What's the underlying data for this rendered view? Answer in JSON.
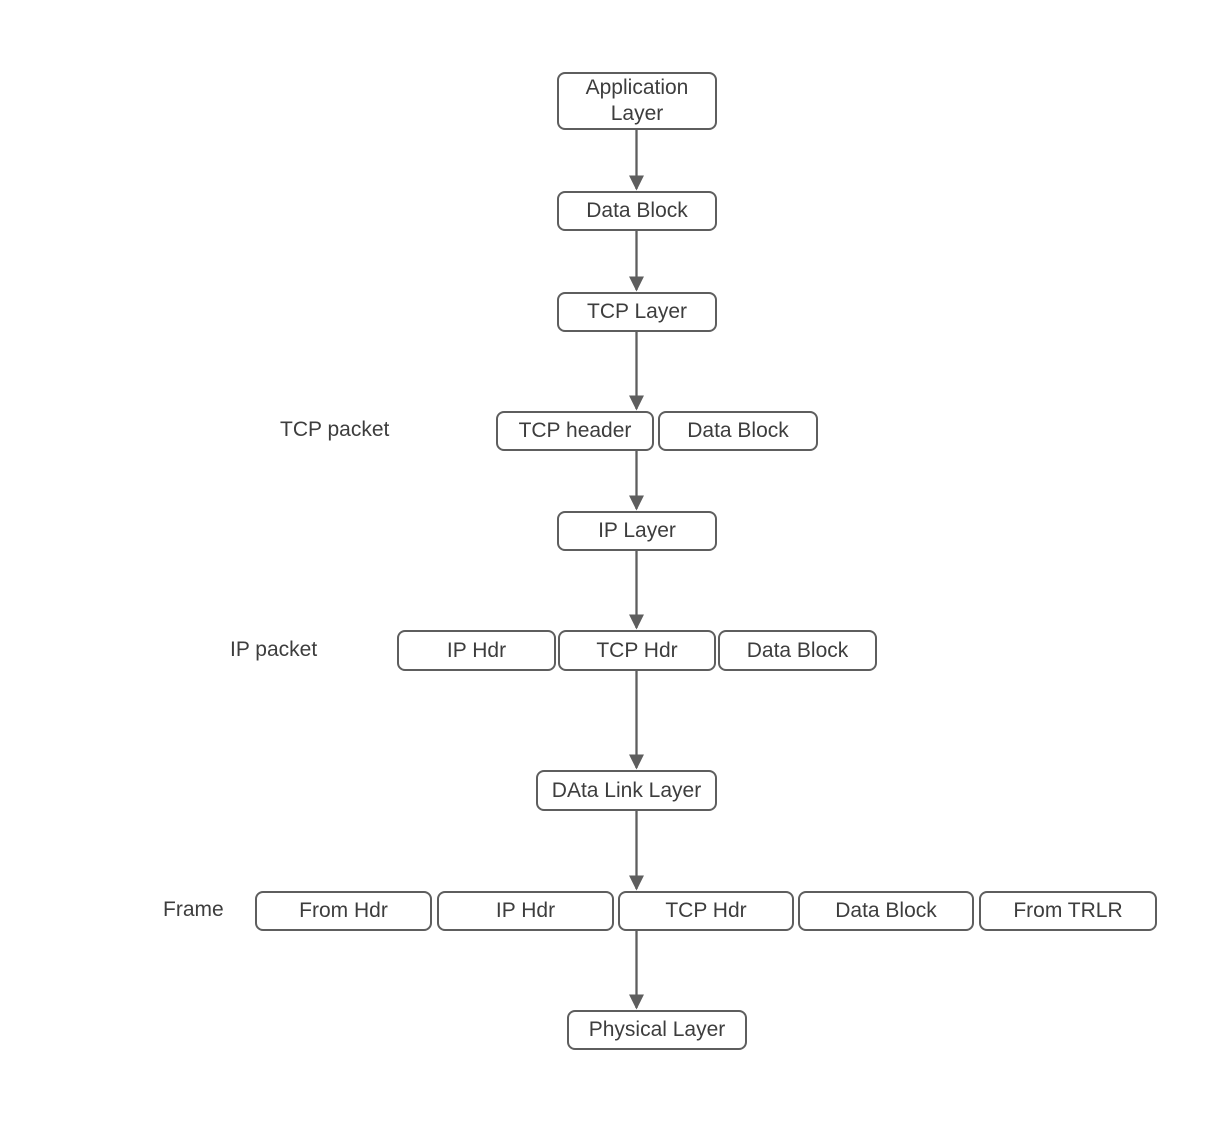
{
  "colors": {
    "stroke": "#5e5e5e",
    "text": "#3d3d3d",
    "background": "#ffffff"
  },
  "diagram": {
    "nodes": {
      "application_layer": {
        "label": "Application Layer"
      },
      "data_block_top": {
        "label": "Data Block"
      },
      "tcp_layer": {
        "label": "TCP Layer"
      },
      "tcp_header": {
        "label": "TCP header"
      },
      "tcp_packet_data_block": {
        "label": "Data Block"
      },
      "ip_layer": {
        "label": "IP Layer"
      },
      "ip_hdr": {
        "label": "IP Hdr"
      },
      "tcp_hdr": {
        "label": "TCP Hdr"
      },
      "ip_packet_data_block": {
        "label": "Data Block"
      },
      "data_link_layer": {
        "label": "DAta Link Layer"
      },
      "frame_from_hdr": {
        "label": "From Hdr"
      },
      "frame_ip_hdr": {
        "label": "IP Hdr"
      },
      "frame_tcp_hdr": {
        "label": "TCP Hdr"
      },
      "frame_data_block": {
        "label": "Data Block"
      },
      "frame_from_trlr": {
        "label": "From TRLR"
      },
      "physical_layer": {
        "label": "Physical Layer"
      }
    },
    "row_labels": {
      "tcp_packet": "TCP packet",
      "ip_packet": "IP packet",
      "frame": "Frame"
    }
  }
}
